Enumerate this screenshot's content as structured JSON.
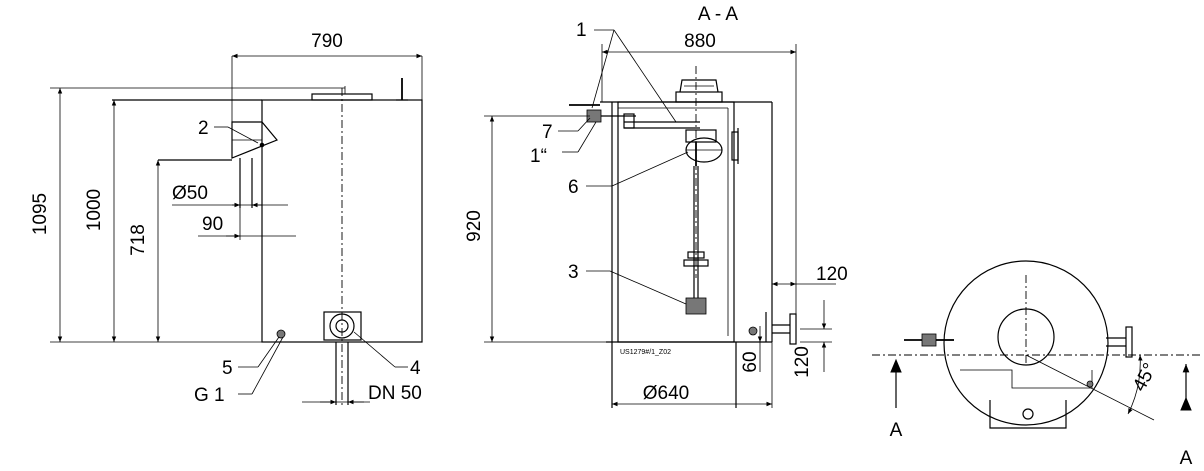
{
  "section_title": "A - A",
  "side_view": {
    "dimensions": {
      "width_total": "790",
      "height_total": "1095",
      "height_body": "1000",
      "height_inlet": "718",
      "pipe_diameter": "Ø50",
      "pipe_offset": "90"
    },
    "callouts": {
      "item_2": "2",
      "item_4": "4",
      "item_5": "5",
      "g_thread": "G 1",
      "dn_size": "DN 50"
    }
  },
  "section_view": {
    "dimensions": {
      "width_total": "880",
      "height_body": "920",
      "base_diameter": "Ø640",
      "outlet_offset": "120",
      "bottom_height": "60",
      "outlet_height": "120"
    },
    "callouts": {
      "item_1": "1",
      "item_7": "7",
      "item_1_inch": "1“",
      "item_6": "6",
      "item_3": "3"
    },
    "drawing_code": "US1279#/1_Z02"
  },
  "top_view": {
    "angle": "45°",
    "section_mark_left": "A",
    "section_mark_right": "A"
  }
}
